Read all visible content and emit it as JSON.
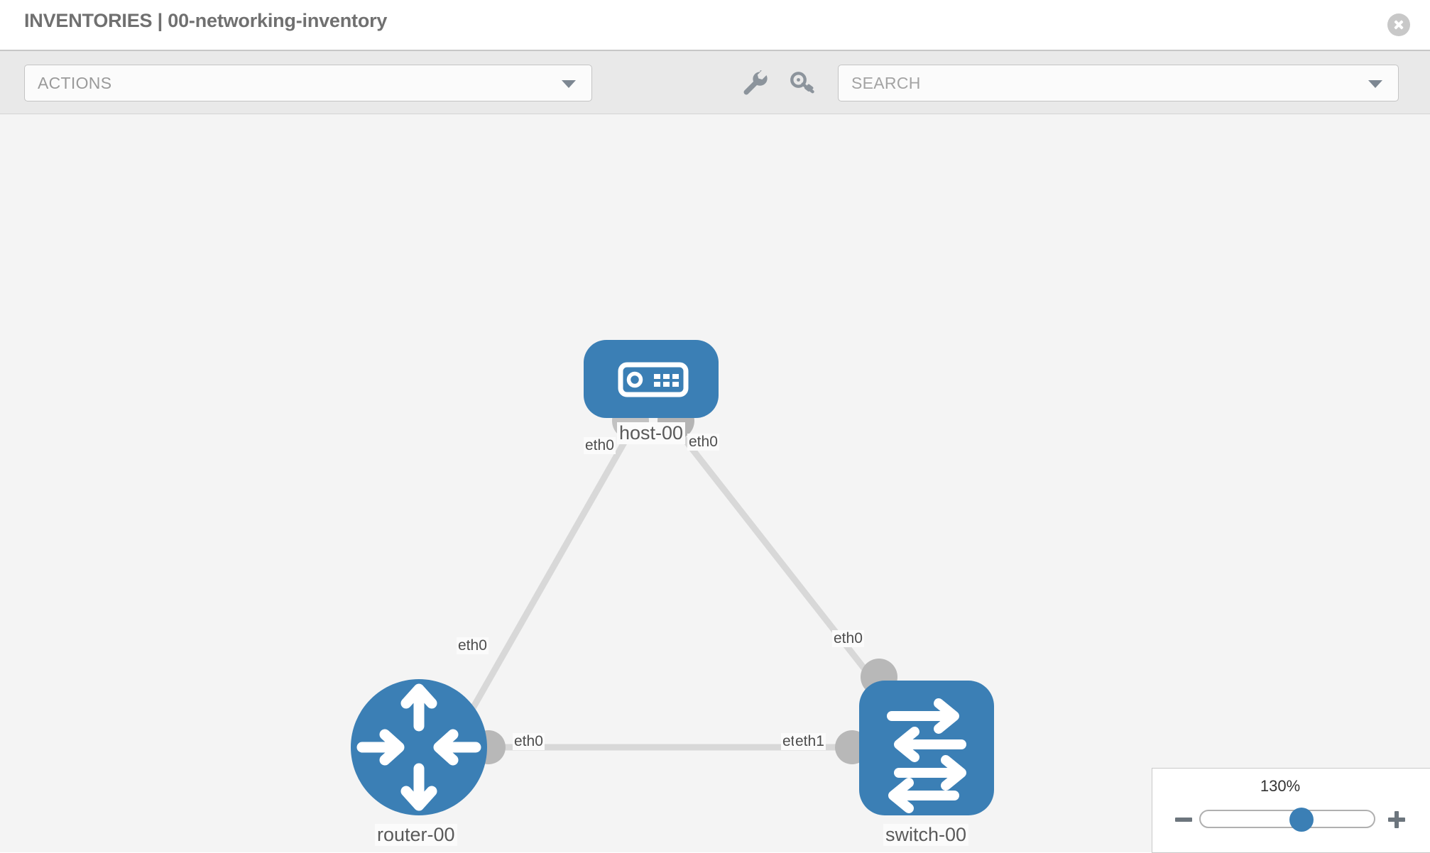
{
  "header": {
    "title": "INVENTORIES | 00-networking-inventory",
    "close_label": "close-icon"
  },
  "toolbar": {
    "actions_label": "ACTIONS",
    "actions_caret": "chevron-down-icon",
    "wrench_icon": "wrench-icon",
    "key_icon": "key-icon",
    "search_placeholder": "SEARCH",
    "search_caret": "chevron-down-icon"
  },
  "topology": {
    "nodes": [
      {
        "id": "host-00",
        "label": "host-00",
        "type": "host",
        "icon": "server-icon",
        "shape": "rounded-rect",
        "color": "#3b7fb5"
      },
      {
        "id": "router-00",
        "label": "router-00",
        "type": "router",
        "icon": "router-arrows-icon",
        "shape": "circle",
        "color": "#3b7fb5"
      },
      {
        "id": "switch-00",
        "label": "switch-00",
        "type": "switch",
        "icon": "switch-arrows-icon",
        "shape": "rounded-square",
        "color": "#3b7fb5"
      }
    ],
    "edge_labels": {
      "host_left": "eth0",
      "host_right": "eth0",
      "router_to_host": "eth0",
      "switch_to_host": "eth0",
      "router_to_switch": "eth0",
      "switch_to_router_a": "eth",
      "switch_to_router_b": "eth1"
    },
    "links": [
      {
        "from": "router-00",
        "from_if": "eth0",
        "to": "host-00",
        "to_if": "eth0"
      },
      {
        "from": "switch-00",
        "from_if": "eth0",
        "to": "host-00",
        "to_if": "eth0"
      },
      {
        "from": "router-00",
        "from_if": "eth0",
        "to": "switch-00",
        "to_if": "eth1"
      }
    ]
  },
  "zoom": {
    "level": "130%",
    "minus_label": "minus-icon",
    "plus_label": "plus-icon",
    "handle_position_pct": 58
  },
  "colors": {
    "node_blue": "#3b7fb5",
    "canvas_bg": "#f4f4f4",
    "toolbar_bg": "#e9e9e9",
    "edge_gray": "#d6d6d6",
    "nub_gray": "#b8b8b8"
  }
}
